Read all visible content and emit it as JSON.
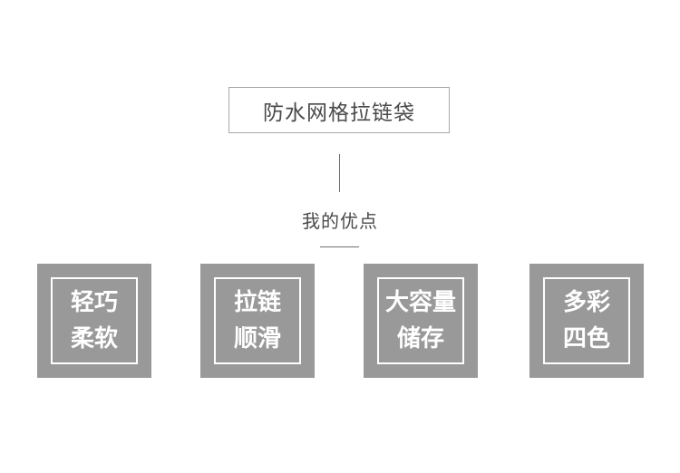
{
  "title": "防水网格拉链袋",
  "subtitle": "我的优点",
  "features": [
    {
      "line1": "轻巧",
      "line2": "柔软"
    },
    {
      "line1": "拉链",
      "line2": "顺滑"
    },
    {
      "line1": "大容量",
      "line2": "储存"
    },
    {
      "line1": "多彩",
      "line2": "四色"
    }
  ],
  "colors": {
    "card_background": "#999999",
    "card_text": "#ffffff",
    "title_text": "#4a4a4a",
    "border": "#a8a8a8"
  }
}
